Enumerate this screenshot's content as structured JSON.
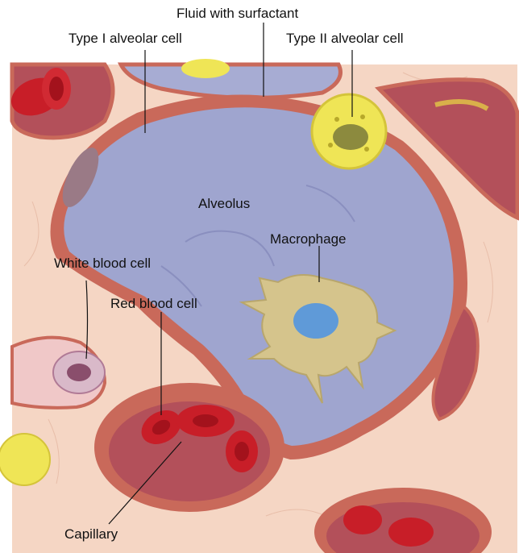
{
  "diagram": {
    "labels": {
      "fluid_surfactant": "Fluid with surfactant",
      "type1_cell": "Type I alveolar cell",
      "type2_cell": "Type II alveolar cell",
      "alveolus": "Alveolus",
      "macrophage": "Macrophage",
      "white_blood_cell": "White blood cell",
      "red_blood_cell": "Red blood cell",
      "capillary": "Capillary"
    },
    "colors": {
      "tissue_background": "#f5d6c4",
      "alveolar_wall": "#c9695a",
      "alveolar_space": "#9fa5cf",
      "red_blood_cell": "#c81e28",
      "macrophage": "#d5c48c",
      "macrophage_nucleus": "#5f9ad8",
      "type2_cell": "#efe556",
      "white_blood_cell": "#d9b9c9"
    }
  }
}
